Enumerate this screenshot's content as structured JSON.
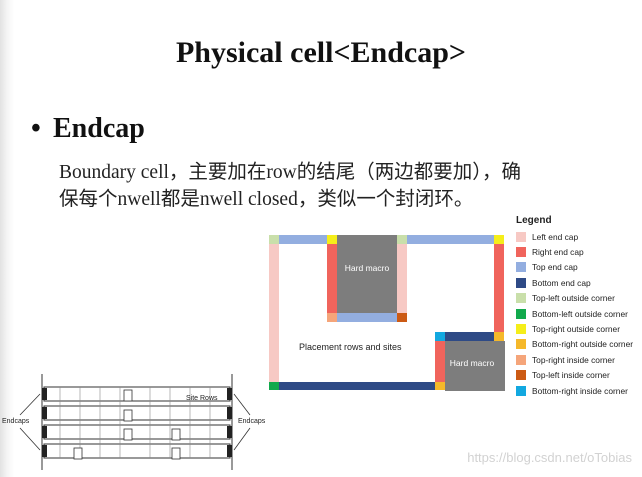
{
  "slide": {
    "title": "Physical cell<Endcap>",
    "bullet": "Endcap",
    "bullet_symbol": "•",
    "text_line1": "Boundary cell，主要加在row的结尾（两边都要加），确",
    "text_line2": "保每个nwell都是nwell closed，类似一个封闭环。"
  },
  "diagram": {
    "hard_macro_top": "Hard macro",
    "hard_macro_bottom": "Hard macro",
    "placement_label": "Placement rows and sites"
  },
  "legend": {
    "title": "Legend",
    "items": [
      {
        "label": "Left end cap",
        "color": "#f7c9c4"
      },
      {
        "label": "Right end cap",
        "color": "#f0645c"
      },
      {
        "label": "Top end cap",
        "color": "#93aee0"
      },
      {
        "label": "Bottom end cap",
        "color": "#2e4a86"
      },
      {
        "label": "Top-left  outside corner",
        "color": "#c9dfaa"
      },
      {
        "label": "Bottom-left outside corner",
        "color": "#11a94c"
      },
      {
        "label": "Top-right  outside corner",
        "color": "#f5ee1a"
      },
      {
        "label": "Bottom-right outside corner",
        "color": "#f5b82a"
      },
      {
        "label": "Top-right  inside corner",
        "color": "#f5a57a"
      },
      {
        "label": "Top-left  inside corner",
        "color": "#cc5a14"
      },
      {
        "label": "Bottom-right inside corner",
        "color": "#12a8e0"
      }
    ]
  },
  "rows_figure": {
    "site_rows_label": "Site Rows",
    "endcaps_left": "Endcaps",
    "endcaps_right": "Endcaps"
  },
  "watermark": "https://blog.csdn.net/oTobias"
}
